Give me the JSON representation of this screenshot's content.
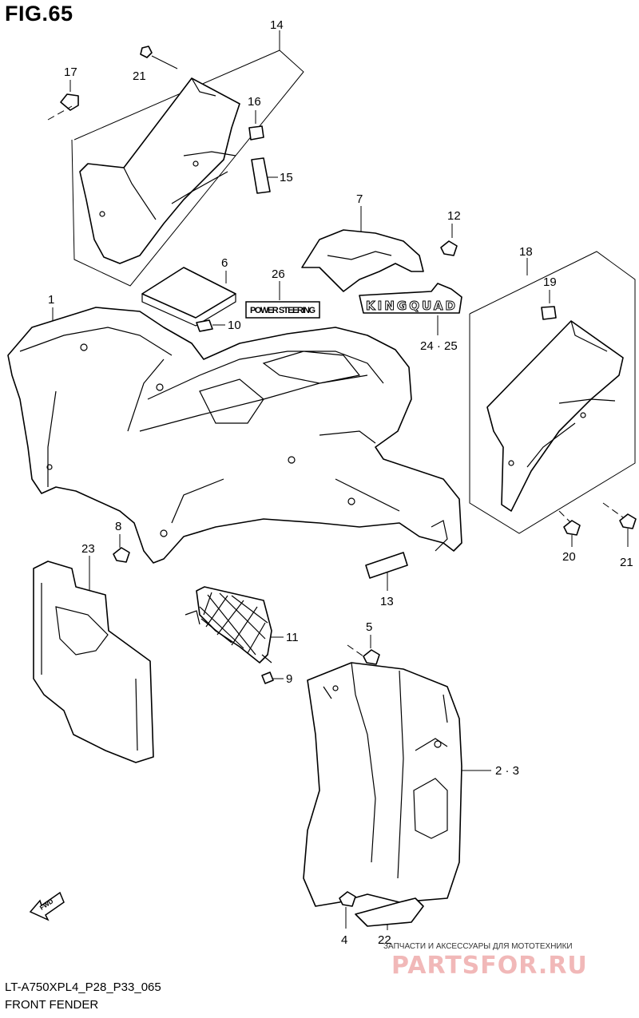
{
  "figure": {
    "title": "FIG.65",
    "code": "LT-A750XPL4_P28_P33_065",
    "name": "FRONT FENDER"
  },
  "callouts": {
    "c1": "1",
    "c2_3": "2 · 3",
    "c4": "4",
    "c5": "5",
    "c6": "6",
    "c7": "7",
    "c8": "8",
    "c9": "9",
    "c10": "10",
    "c11": "11",
    "c12": "12",
    "c13": "13",
    "c14": "14",
    "c15": "15",
    "c16": "16",
    "c17": "17",
    "c18": "18",
    "c19": "19",
    "c20": "20",
    "c21a": "21",
    "c21b": "21",
    "c22": "22",
    "c23": "23",
    "c24_25": "24 · 25",
    "c26": "26"
  },
  "decals": {
    "power_steering": "POWER STEERING",
    "kingquad": "KINGQUAD",
    "fwd": "FWD"
  },
  "watermark": {
    "tagline": "ЗАПЧАСТИ И АКСЕССУАРЫ ДЛЯ МОТОТЕХНИКИ",
    "brand": "PARTSFOR.RU"
  }
}
